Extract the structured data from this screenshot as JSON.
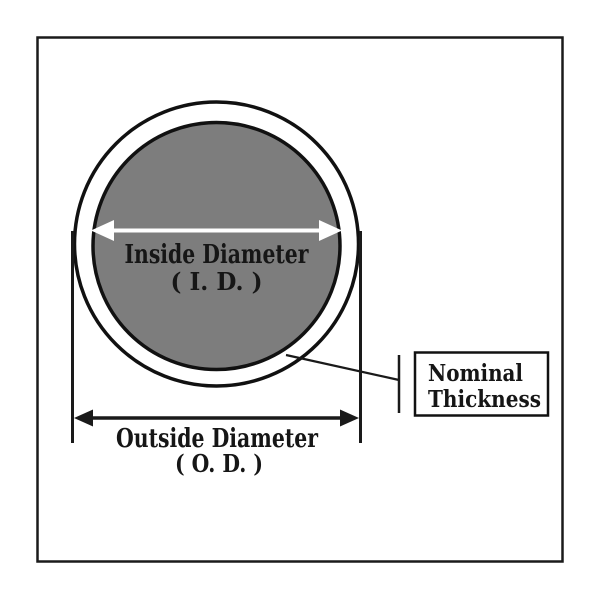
{
  "diagram": {
    "labels": {
      "inside_diameter": "Inside Diameter",
      "inside_diameter_abbr": "( I. D. )",
      "outside_diameter": "Outside Diameter",
      "outside_diameter_abbr": "( O. D. )",
      "nominal_thickness_line1": "Nominal",
      "nominal_thickness_line2": "Thickness"
    },
    "colors": {
      "bore_fill": "#7d7d7d",
      "line": "#1a1a1a",
      "background": "#ffffff",
      "id_arrow": "#ffffff"
    }
  }
}
